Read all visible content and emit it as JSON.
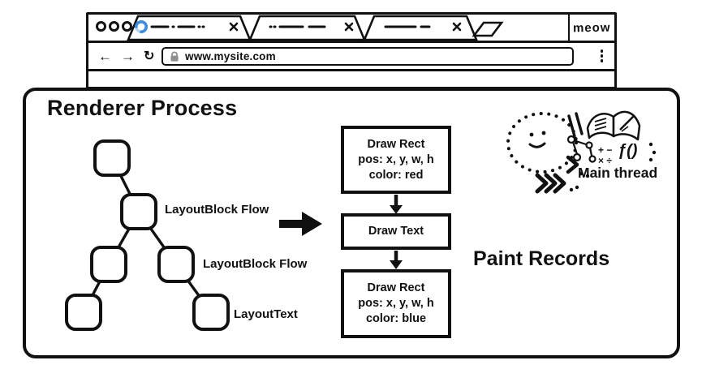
{
  "colors": {
    "ink": "#111111",
    "spinner_blue": "#3e8dde",
    "spinner_light": "#b7d7f3",
    "lock_gray": "#8f8f8f",
    "background": "#ffffff"
  },
  "browser": {
    "brand": "meow",
    "url": "www.mysite.com",
    "nav": {
      "back": "←",
      "forward": "→",
      "reload": "↻"
    },
    "tab_count": 3,
    "icons": {
      "close": "cross",
      "new_tab": "parallelogram",
      "menu": "kebab-vertical",
      "lock": "padlock",
      "tab_loading": "spinner-arc",
      "traffic_lights": 3
    }
  },
  "renderer": {
    "title": "Renderer Process",
    "tree": {
      "node_count": 6,
      "labels": [
        "LayoutBlock Flow",
        "LayoutBlock Flow",
        "LayoutText"
      ]
    },
    "paint_records": {
      "title": "Paint Records",
      "boxes": [
        {
          "lines": [
            "Draw Rect",
            "pos: x, y, w, h",
            "color: red"
          ]
        },
        {
          "lines": [
            "Draw Text"
          ]
        },
        {
          "lines": [
            "Draw Rect",
            "pos: x, y, w, h",
            "color: blue"
          ]
        }
      ]
    },
    "main_thread": {
      "label": "Main thread",
      "math_top": "+ −",
      "math_bottom": "× ÷",
      "function_symbol": "ƒ()"
    }
  }
}
